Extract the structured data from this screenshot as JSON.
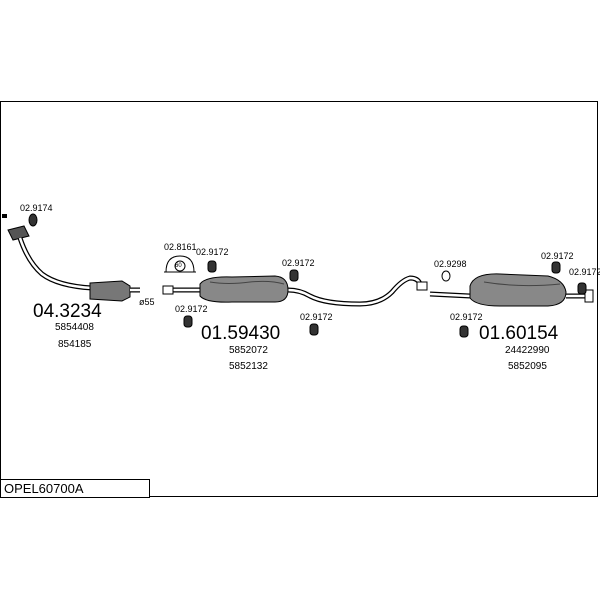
{
  "title": "OPEL60700A",
  "assemblies": [
    {
      "code": "04.3234",
      "refs": [
        "5854408",
        "854185"
      ]
    },
    {
      "code": "01.59430",
      "refs": [
        "5852072",
        "5852132"
      ]
    },
    {
      "code": "01.60154",
      "refs": [
        "24422990",
        "5852095"
      ]
    }
  ],
  "parts": {
    "p_9174": "02.9174",
    "p_8161": "02.8161",
    "p_9172_a": "02.9172",
    "p_9172_b": "02.9172",
    "p_9172_c": "02.9172",
    "p_9172_d": "02.9172",
    "p_9298": "02.9298",
    "p_9172_e": "02.9172",
    "p_9172_f": "02.9172",
    "p_9172_g": "02.9172"
  },
  "diameter_label": "ø55",
  "clamp_label": "60"
}
